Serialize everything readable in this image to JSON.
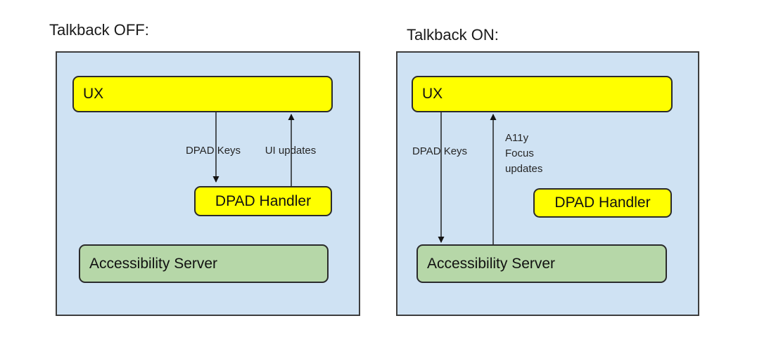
{
  "panels": {
    "off": {
      "title": "Talkback OFF:",
      "boxes": {
        "ux": "UX",
        "dpad_handler": "DPAD Handler",
        "accessibility_server": "Accessibility Server"
      },
      "arrows": {
        "down_label": "DPAD Keys",
        "up_label": "UI updates"
      }
    },
    "on": {
      "title": "Talkback ON:",
      "boxes": {
        "ux": "UX",
        "dpad_handler": "DPAD Handler",
        "accessibility_server": "Accessibility Server"
      },
      "arrows": {
        "down_label": "DPAD Keys",
        "up_label_lines": [
          "A11y",
          "Focus",
          "updates"
        ]
      }
    }
  },
  "colors": {
    "panel_fill": "#cfe2f3",
    "panel_border": "#3d3d3d",
    "node_yellow": "#ffff00",
    "node_green": "#b6d7a8",
    "node_border": "#2b2b2b",
    "arrow_color": "#141414"
  }
}
